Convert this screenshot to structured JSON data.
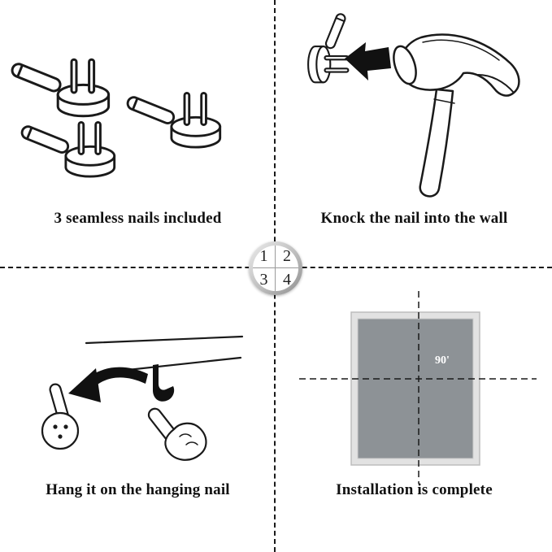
{
  "page": {
    "background": "#ffffff",
    "ink": "#1a1a1a"
  },
  "badge": {
    "numbers": [
      "1",
      "2",
      "3",
      "4"
    ]
  },
  "steps": [
    {
      "number": "1",
      "caption": "3 seamless nails included"
    },
    {
      "number": "2",
      "caption": "Knock the nail into the wall"
    },
    {
      "number": "3",
      "caption": "Hang it on the hanging nail"
    },
    {
      "number": "4",
      "caption": "Installation is complete"
    }
  ],
  "frame": {
    "angle_label": "90'",
    "fill": "#8d9296",
    "border": "#e2e2e2"
  }
}
